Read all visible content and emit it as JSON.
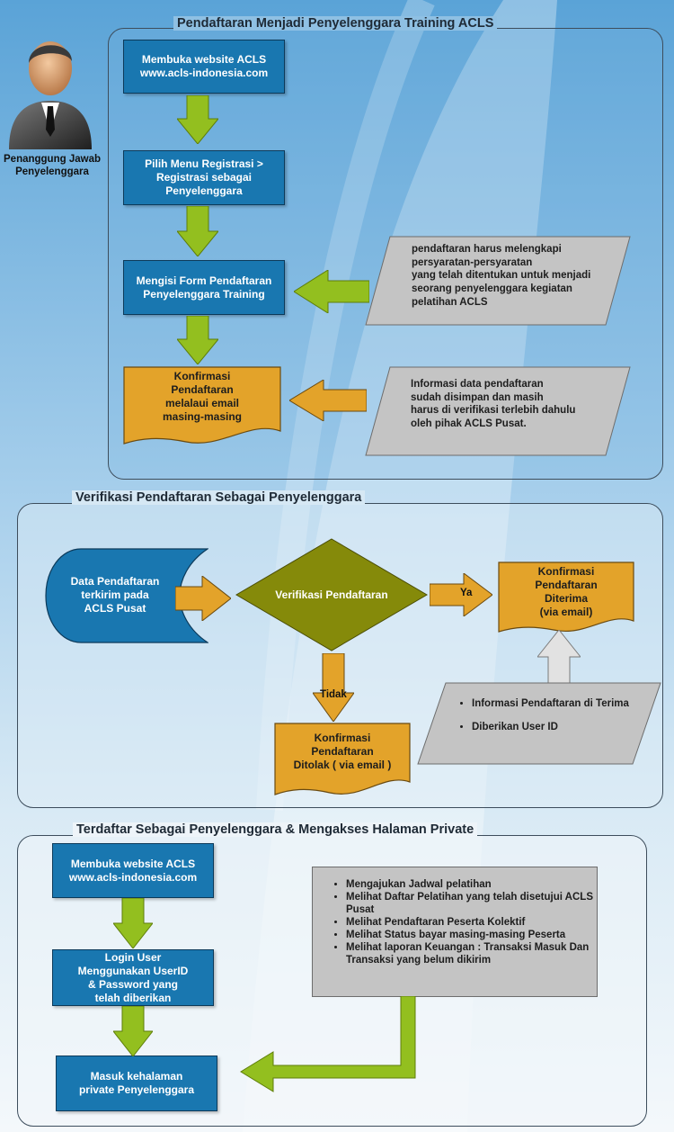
{
  "actor": {
    "label": "Penanggung Jawab\nPenyelenggara"
  },
  "section1": {
    "title": "Pendaftaran Menjadi Penyelenggara Training ACLS",
    "step1": "Membuka website ACLS\nwww.acls-indonesia.com",
    "step2": "Pilih Menu Registrasi >\nRegistrasi sebagai\nPenyelenggara",
    "step3": "Mengisi Form Pendaftaran\nPenyelenggara Training",
    "step4": "Konfirmasi\nPendaftaran\nmelalaui email\nmasing-masing",
    "note1": "pendaftaran harus melengkapi\npersyaratan-persyaratan\nyang telah ditentukan untuk menjadi\nseorang penyelenggara kegiatan\npelatihan ACLS",
    "note2": "Informasi data pendaftaran\nsudah disimpan dan masih\nharus di verifikasi terlebih dahulu\noleh pihak ACLS Pusat."
  },
  "section2": {
    "title": "Verifikasi Pendaftaran Sebagai Penyelenggara",
    "data_box": "Data Pendaftaran\nterkirim pada\nACLS Pusat",
    "decision": "Verifikasi Pendaftaran",
    "yes_label": "Ya",
    "no_label": "Tidak",
    "accepted": "Konfirmasi\nPendaftaran\nDiterima\n(via email)",
    "rejected": "Konfirmasi\nPendaftaran\nDitolak ( via email )",
    "info_items": [
      "Informasi Pendaftaran di Terima",
      "Diberikan User ID"
    ]
  },
  "section3": {
    "title": "Terdaftar Sebagai Penyelenggara & Mengakses Halaman Private",
    "step1": "Membuka website ACLS\nwww.acls-indonesia.com",
    "step2": "Login User\nMenggunakan UserID\n& Password yang\ntelah diberikan",
    "step3": "Masuk kehalaman\nprivate Penyelenggara",
    "features": [
      "Mengajukan Jadwal pelatihan",
      "Melihat Daftar Pelatihan yang telah disetujui ACLS Pusat",
      "Melihat Pendaftaran Peserta Kolektif",
      "Melihat Status bayar masing-masing Peserta",
      "Melihat laporan Keuangan : Transaksi Masuk Dan Transaksi yang belum dikirim"
    ]
  },
  "colors": {
    "blue_box": "#1977b0",
    "orange_box": "#e3a32a",
    "olive_diamond": "#858a0a",
    "green_arrow": "#93bf1f",
    "gray_note": "#c4c4c4"
  }
}
